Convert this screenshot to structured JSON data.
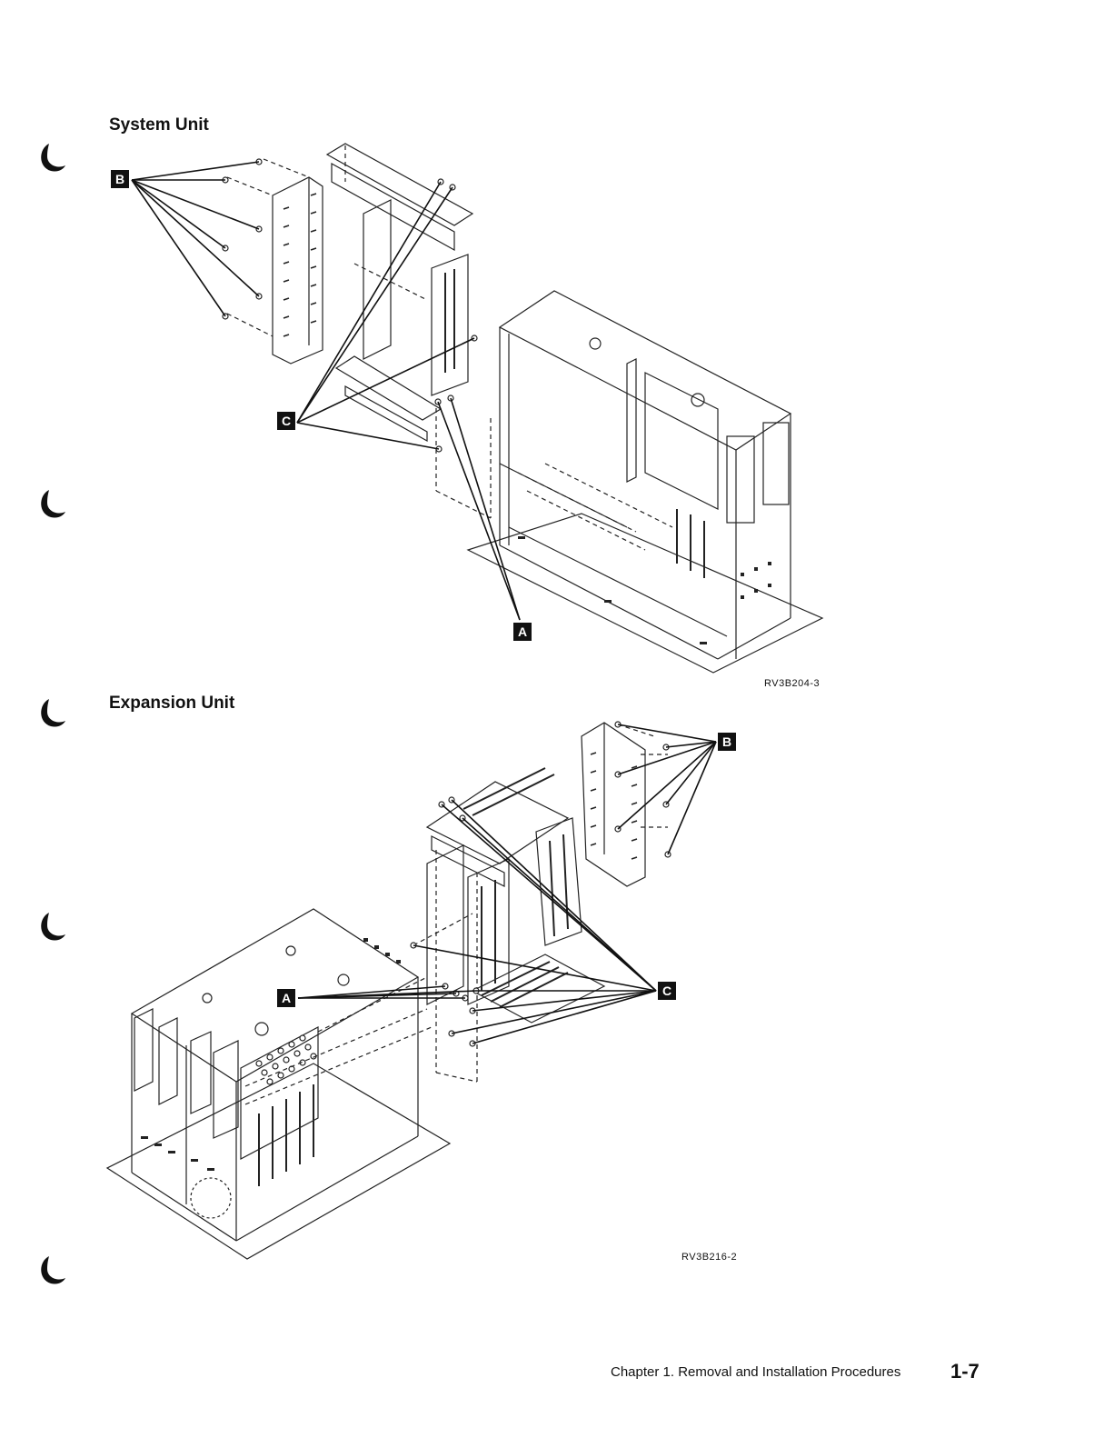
{
  "section1": {
    "heading": "System Unit",
    "figure_id": "RV3B204-3"
  },
  "section2": {
    "heading": "Expansion Unit",
    "figure_id": "RV3B216-2"
  },
  "callouts": {
    "a": "A",
    "b": "B",
    "c": "C"
  },
  "footer": {
    "chapter": "Chapter 1.  Removal and Installation Procedures",
    "page": "1-7"
  }
}
